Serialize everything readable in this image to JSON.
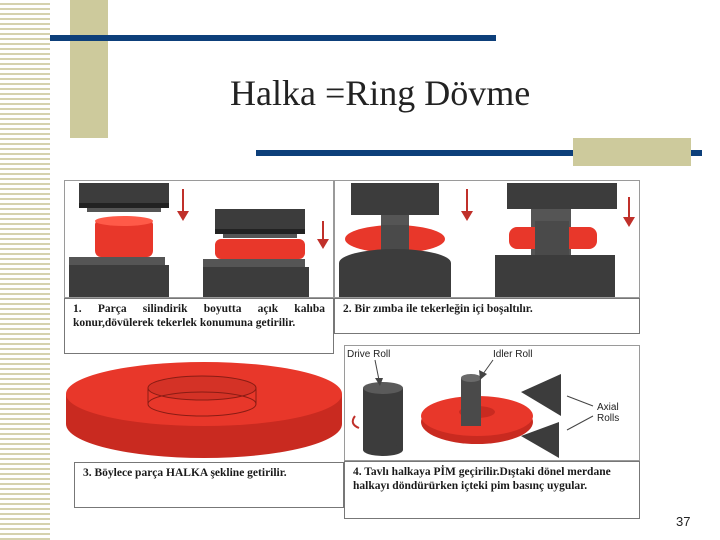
{
  "slide": {
    "title": "Halka =Ring Dövme",
    "page_number": "37"
  },
  "figure": {
    "caption1": "1. Parça silindirik boyutta açık kalıba konur,dövülerek tekerlek konumuna getirilir.",
    "caption2": "2. Bir zımba ile tekerleğin içi boşaltılır.",
    "caption3": "3. Böylece parça HALKA şekline getirilir.",
    "caption4": "4. Tavlı halkaya PİM geçirilir.Dıştaki dönel merdane halkayı döndürürken içteki pim basınç uygular.",
    "label_drive_roll": "Drive Roll",
    "label_idler_roll": "Idler Roll",
    "label_axial_rolls": "Axial Rolls"
  },
  "colors": {
    "navy": "#0d3f7a",
    "olive": "#cdca9c",
    "stripe": "#d6d2ae",
    "part_red": "#e8372a",
    "die_dark": "#3c3c3c"
  }
}
